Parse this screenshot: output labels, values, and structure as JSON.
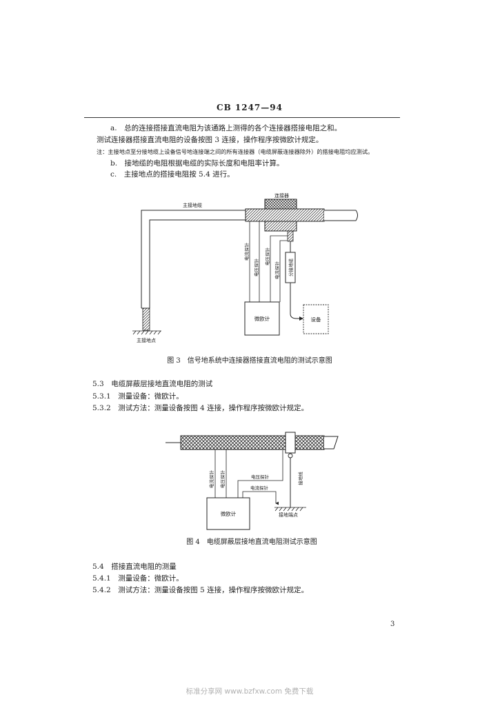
{
  "header": {
    "standard_code": "CB 1247—94"
  },
  "section_5_2": {
    "item_a": "a.　总的连接搭接直流电阻为该通路上测得的各个连接器搭接电阻之和。",
    "test_setup": "测试连接器搭接直流电阻的设备按图 3 连接，操作程序按微欧计规定。",
    "note": "注：主接地点至分接地缆上设备信号地连接端之间的所有连接器（电缆屏蔽连接器除外）的搭接电阻均应测试。",
    "item_b": "b.　接地缆的电阻根据电缆的实际长度和电阻率计算。",
    "item_c": "c.　主接地点的搭接电阻按 5.4 进行。"
  },
  "figure3": {
    "caption": "图 3　信号地系统中连接器搭接直流电阻的测试示意图",
    "labels": {
      "connector": "连接器",
      "main_cable": "主接地缆",
      "current_probe_1": "电流探针",
      "voltage_probe_1": "电压探针",
      "voltage_probe_2": "电压探针",
      "current_probe_2": "电流探针",
      "branch_cable": "分接地缆",
      "meter": "微欧计",
      "equipment": "设备",
      "main_ground_point": "主接地点"
    }
  },
  "section_5_3": {
    "heading": "5.3　电缆屏蔽层接地直流电阻的测试",
    "item_1": "5.3.1　测量设备：微欧计。",
    "item_2": "5.3.2　测试方法：测量设备按图 4 连接，操作程序按微欧计规定。"
  },
  "figure4": {
    "caption": "图 4　电缆屏蔽层接地直流电阻测试示意图",
    "labels": {
      "current_probe_1": "电流探针",
      "voltage_probe_1": "电压探针",
      "voltage_probe_2": "电压探针",
      "current_probe_2": "电流探针",
      "ground_wire": "接地线",
      "ground_terminal": "接地端点",
      "meter": "微欧计"
    }
  },
  "section_5_4": {
    "heading": "5.4　搭接直流电阻的测量",
    "item_1": "5.4.1　测量设备：微欧计。",
    "item_2": "5.4.2　测试方法：测量设备按图 5 连接，操作程序按微欧计规定。"
  },
  "page_number": "3",
  "footer": {
    "watermark": "标准分享网 www.bzfxw.com 免费下载"
  },
  "colors": {
    "ink": "#1e1e1e",
    "watermark": "#b0b0b0"
  }
}
